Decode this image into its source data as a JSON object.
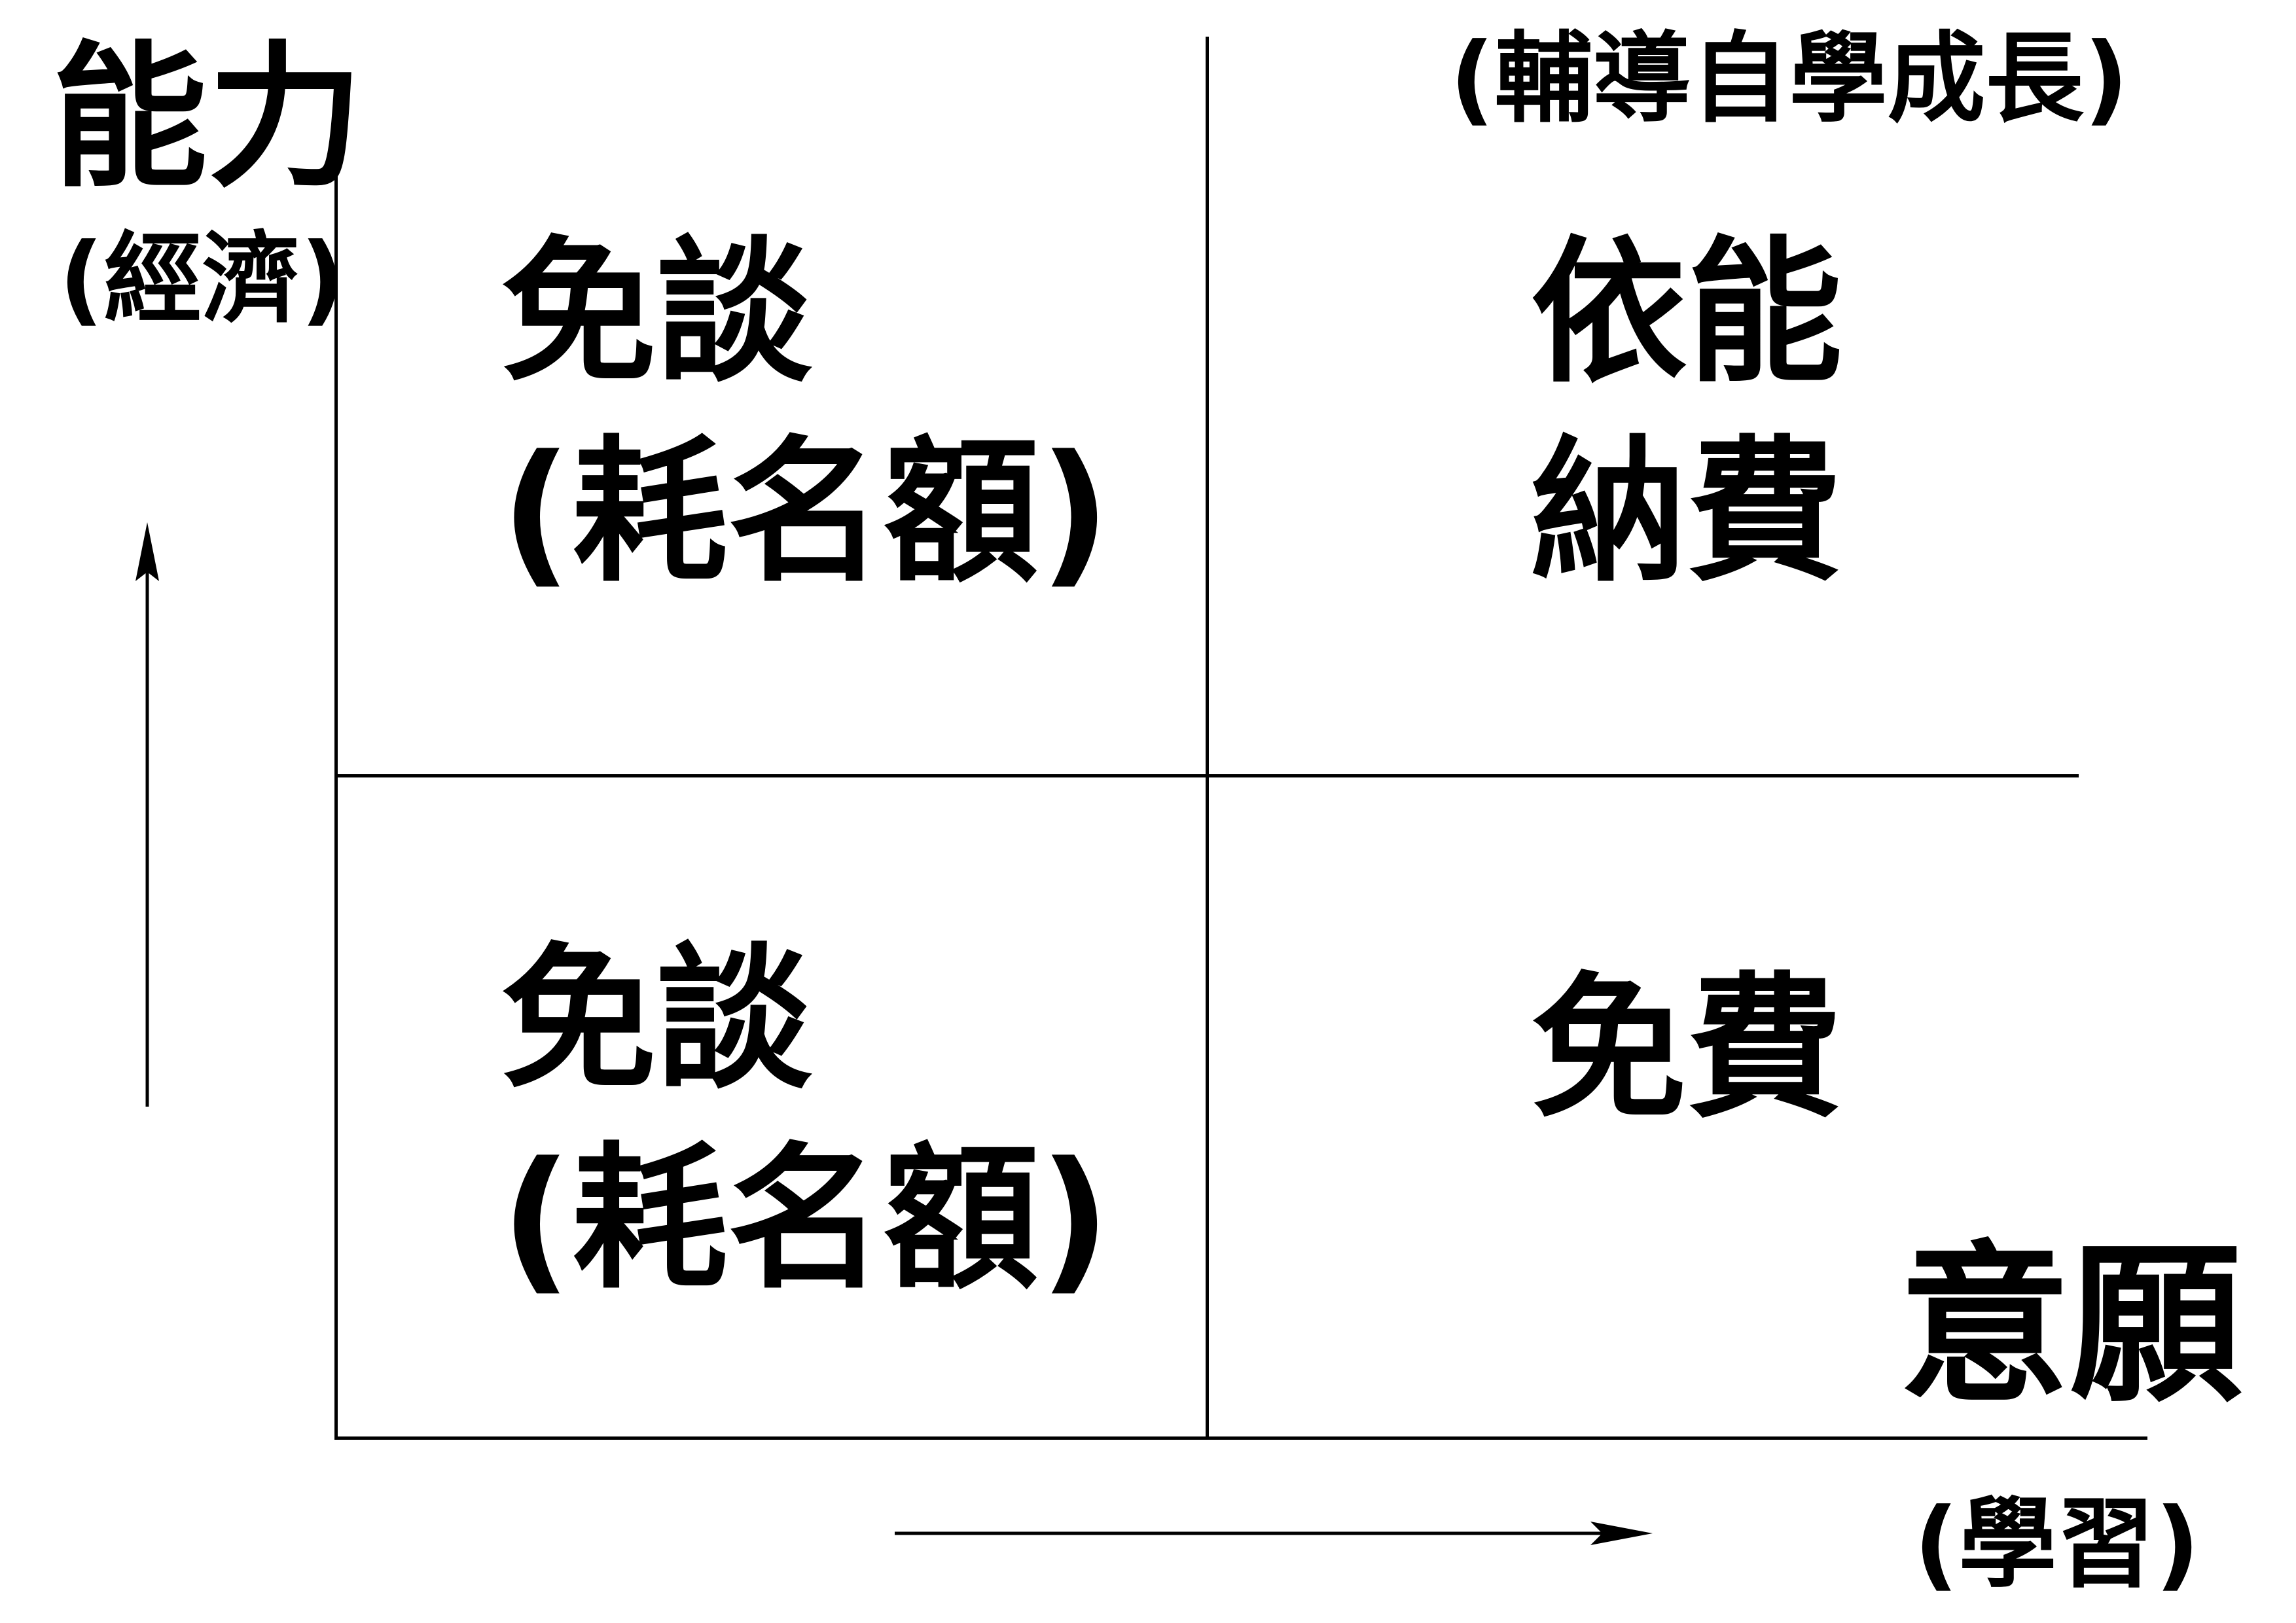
{
  "y_axis": {
    "title": "能力",
    "subtitle": "(經濟)"
  },
  "x_axis": {
    "title": "意願",
    "subtitle": "(學習)"
  },
  "top_right_note": "(輔導自學成長)",
  "quadrants": {
    "top_left": {
      "line1": "免談",
      "line2": "(耗名額)"
    },
    "top_right": {
      "line1": "依能",
      "line2": "納費"
    },
    "bottom_left": {
      "line1": "免談",
      "line2": "(耗名額)"
    },
    "bottom_right": {
      "line1": "免費"
    }
  },
  "colors": {
    "ink": "#000000",
    "background": "#ffffff"
  }
}
